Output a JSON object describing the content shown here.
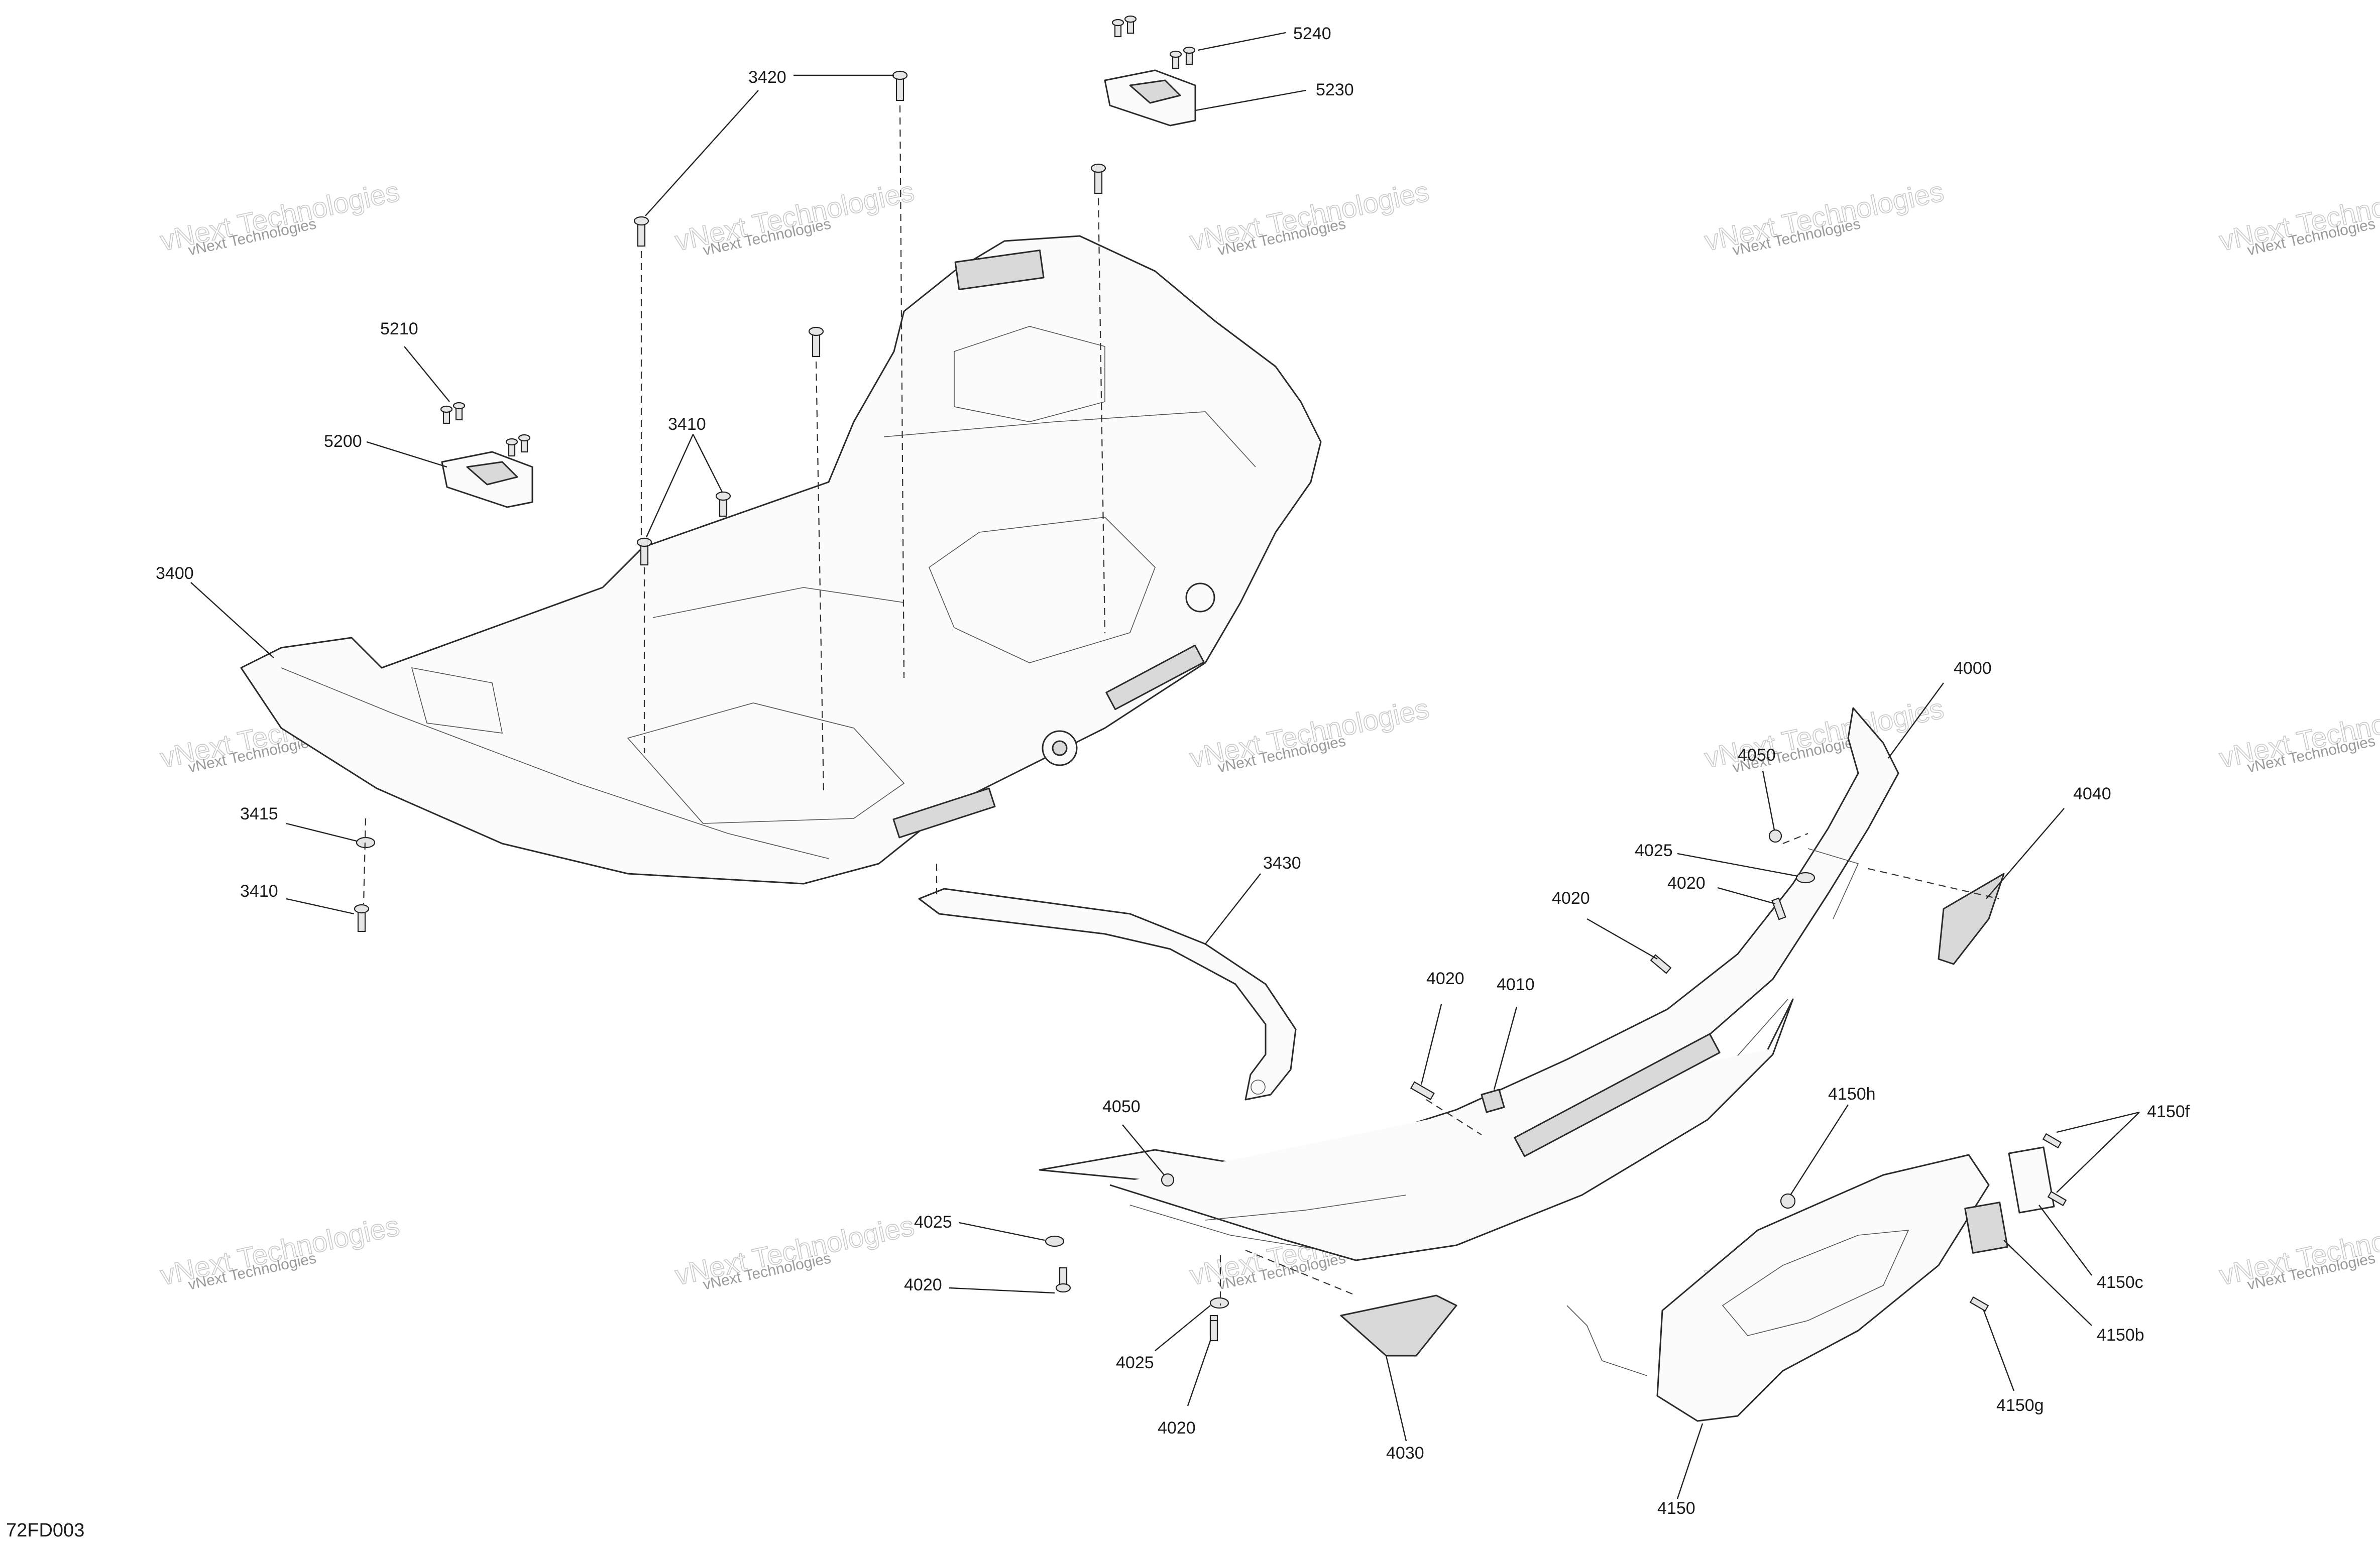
{
  "diagram_id": "72FD003",
  "watermark": {
    "small": "vNext Technologies",
    "large": "vNext Technologies"
  },
  "callouts": [
    "3420",
    "5240",
    "5230",
    "5210",
    "5200",
    "3410",
    "3400",
    "3415",
    "3410",
    "3430",
    "4000",
    "4040",
    "4050",
    "4025",
    "4020",
    "4020",
    "4020",
    "4010",
    "4050",
    "4025",
    "4020",
    "4025",
    "4020",
    "4030",
    "4150h",
    "4150f",
    "4150c",
    "4150b",
    "4150g",
    "4150"
  ]
}
